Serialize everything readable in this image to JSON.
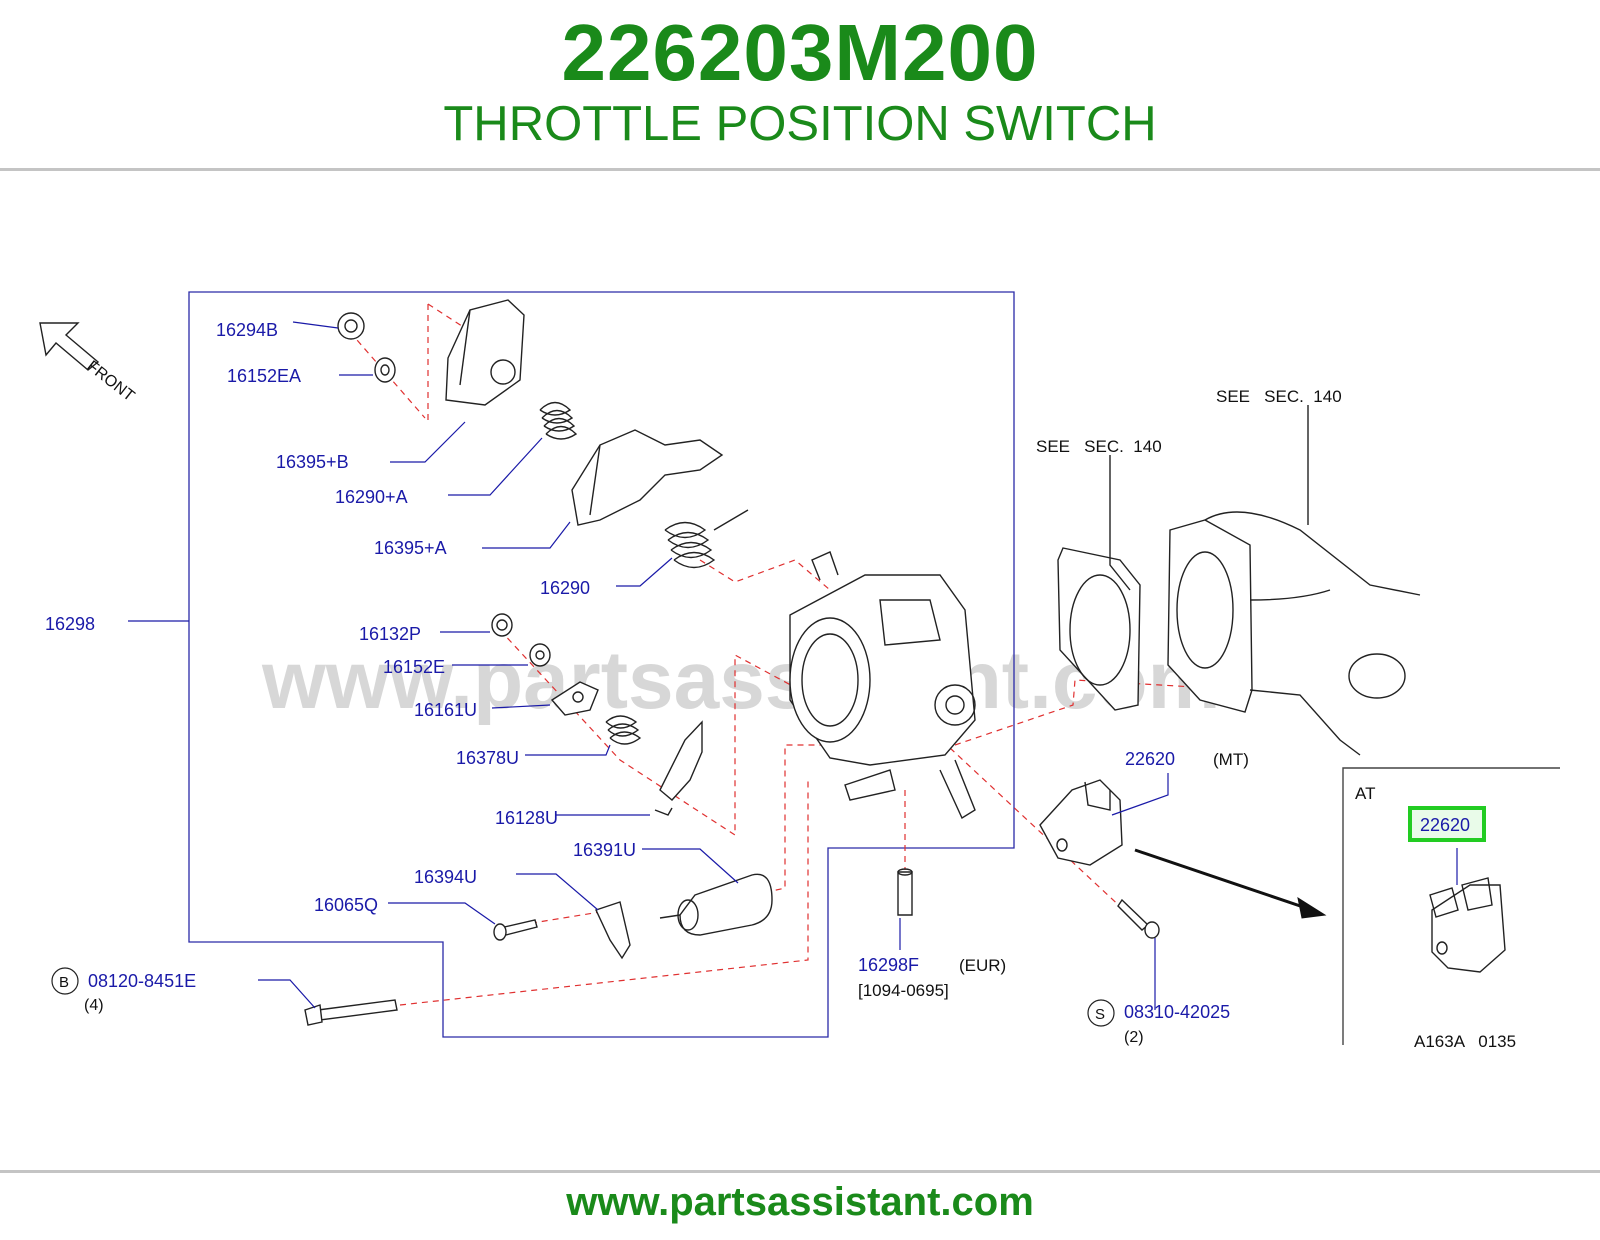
{
  "header": {
    "part_number": "226203M200",
    "part_name": "THROTTLE POSITION SWITCH"
  },
  "footer": {
    "url": "www.partsassistant.com"
  },
  "diagram": {
    "watermark": "www.partsassistant.com",
    "front_label": "FRONT",
    "references": {
      "see_sec_1": "SEE   SEC.  140",
      "see_sec_2": "SEE   SEC.  140"
    },
    "callouts": {
      "c16294B": "16294B",
      "c16152EA": "16152EA",
      "c16395B": "16395+B",
      "c16290A": "16290+A",
      "c16395A": "16395+A",
      "c16290": "16290",
      "c16298": "16298",
      "c16132P": "16132P",
      "c16152E": "16152E",
      "c16161U": "16161U",
      "c16378U": "16378U",
      "c16128U": "16128U",
      "c16391U": "16391U",
      "c16394U": "16394U",
      "c16065Q": "16065Q",
      "c08120": "08120-8451E",
      "c16298F": "16298F",
      "c22620mt": "22620",
      "c08310": "08310-42025",
      "c22620at": "22620"
    },
    "notes": {
      "qty4": "(4)",
      "qty2": "(2)",
      "eur": "(EUR)",
      "date_range": "[1094-0695]",
      "mt": "(MT)",
      "at": "AT",
      "diagram_code": "A163A   0135",
      "b_marker": "B",
      "s_marker": "S"
    },
    "highlight_color": "#22cc22",
    "label_color": "#1a1aa8"
  }
}
